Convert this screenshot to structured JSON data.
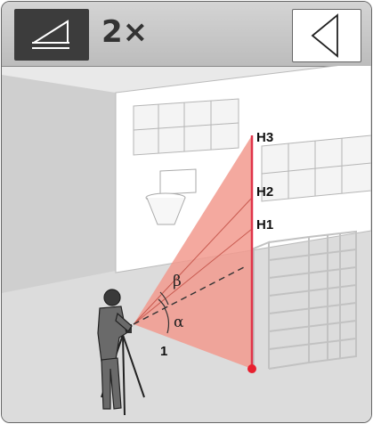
{
  "header": {
    "mode_icon": "height-measure-icon",
    "multiplier": "2×",
    "reference_icon": "triangle-left-icon"
  },
  "diagram": {
    "height_labels": [
      "H3",
      "H2",
      "H1"
    ],
    "angle_labels": {
      "beta": "β",
      "alpha": "α"
    },
    "point_label": "1",
    "colors": {
      "cone": "#f29a8e",
      "line": "#e0344a",
      "marker": "#e8202f"
    }
  }
}
